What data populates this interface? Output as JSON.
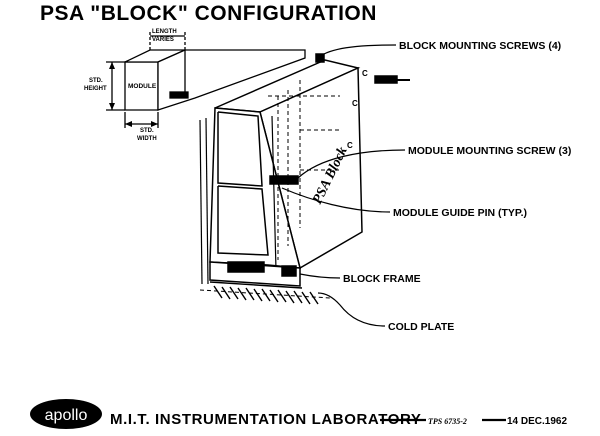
{
  "title": "PSA \"BLOCK\" CONFIGURATION",
  "module_diagram": {
    "module_label": "MODULE",
    "length_label_1": "LENGTH",
    "length_label_2": "VARIES",
    "height_label_1": "STD.",
    "height_label_2": "HEIGHT",
    "width_label_1": "STD.",
    "width_label_2": "WIDTH"
  },
  "block_label": "PSA Block",
  "block_marks": [
    "C",
    "C",
    "C"
  ],
  "callouts": {
    "block_mounting_screws": "BLOCK MOUNTING SCREWS (4)",
    "module_mounting_screw": "MODULE MOUNTING SCREW (3)",
    "module_guide_pin": "MODULE GUIDE PIN (TYP.)",
    "block_frame": "BLOCK FRAME",
    "cold_plate": "COLD PLATE"
  },
  "footer": {
    "logo": "apollo",
    "lab": "M.I.T. INSTRUMENTATION LABORATORY",
    "doc_number": "TPS 6735-2",
    "date": "14 DEC.1962"
  }
}
